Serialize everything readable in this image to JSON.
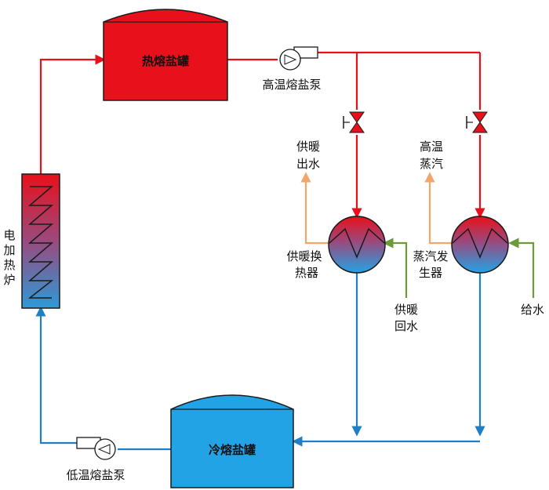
{
  "colors": {
    "hot": "#e8101a",
    "cold": "#1f7fc6",
    "cold_fill": "#22a3e6",
    "hot_water_out": "#f2a66b",
    "return_water": "#6a9a3a",
    "stroke": "#1a1a1a"
  },
  "labels": {
    "hot_tank": "热熔盐罐",
    "cold_tank": "冷熔盐罐",
    "hot_pump": "高温熔盐泵",
    "cold_pump": "低温熔盐泵",
    "heater": [
      "电",
      "加",
      "热",
      "炉"
    ],
    "heating_out": [
      "供暖",
      "出水"
    ],
    "steam_out": [
      "高温",
      "蒸汽"
    ],
    "heating_hx": [
      "供暖换",
      "热器"
    ],
    "steam_gen": [
      "蒸汽发",
      "生器"
    ],
    "heating_return": [
      "供暖",
      "回水"
    ],
    "feed_water": "给水"
  }
}
